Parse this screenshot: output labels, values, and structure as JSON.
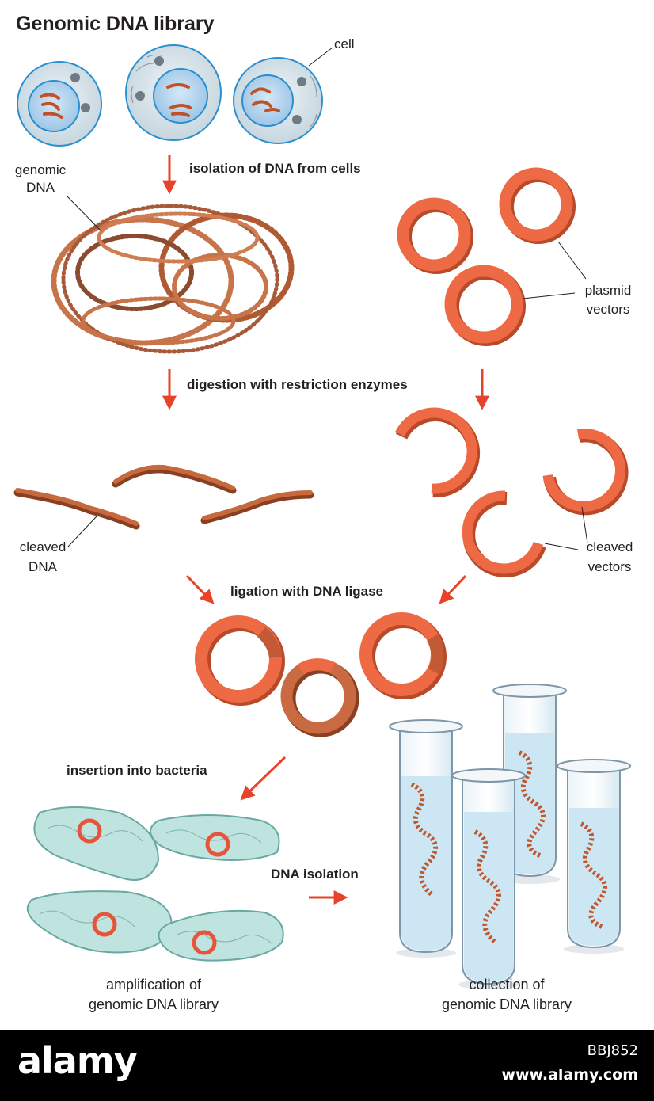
{
  "title": "Genomic DNA library",
  "steps": {
    "isolation": "isolation of DNA from cells",
    "digestion": "digestion with restriction enzymes",
    "ligation": "ligation with DNA ligase",
    "insertion": "insertion into bacteria",
    "dna_isolation": "DNA isolation"
  },
  "labels": {
    "cell": "cell",
    "genomic_dna_1": "genomic",
    "genomic_dna_2": "DNA",
    "plasmid_1": "plasmid",
    "plasmid_2": "vectors",
    "cleaved_dna_1": "cleaved",
    "cleaved_dna_2": "DNA",
    "cleaved_vec_1": "cleaved",
    "cleaved_vec_2": "vectors"
  },
  "captions": {
    "amplification_1": "amplification of",
    "amplification_2": "genomic DNA library",
    "collection_1": "collection of",
    "collection_2": "genomic DNA library"
  },
  "footer": {
    "logo": "alamy",
    "image_id": "BBJ852",
    "site": "www.alamy.com"
  },
  "colors": {
    "arrow": "#e8432a",
    "plasmid": "#ee6a45",
    "dna": "#b8623a",
    "cell_outer": "#cfdde6",
    "nucleus": "#a9cdea",
    "bacteria": "#bfe3de",
    "tube_liquid": "#cde6f4"
  }
}
